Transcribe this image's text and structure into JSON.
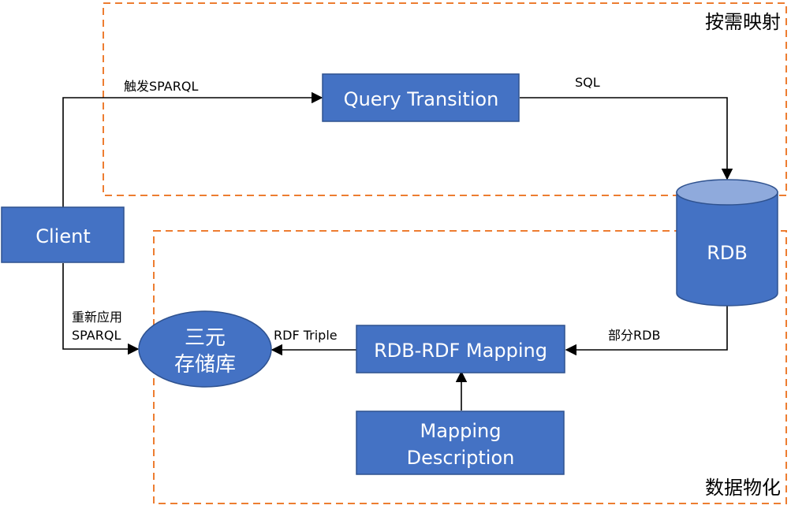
{
  "colors": {
    "node_fill": "#4472C4",
    "node_stroke": "#2F528F",
    "cylinder_top": "#8FAADC",
    "region_border": "#ED7D31",
    "edge": "#000000"
  },
  "regions": {
    "on_demand": {
      "label": "按需映射"
    },
    "materialization": {
      "label": "数据物化"
    }
  },
  "nodes": {
    "client": {
      "label": "Client"
    },
    "query_transition": {
      "label": "Query Transition"
    },
    "rdb": {
      "label": "RDB"
    },
    "triple_store": {
      "line1": "三元",
      "line2": "存储库"
    },
    "rdb_rdf_mapping": {
      "label": "RDB-RDF Mapping"
    },
    "mapping_description": {
      "line1": "Mapping",
      "line2": "Description"
    }
  },
  "edges": {
    "trigger_sparql": {
      "label": "触发SPARQL"
    },
    "sql": {
      "label": "SQL"
    },
    "partial_rdb": {
      "label": "部分RDB"
    },
    "rdf_triple": {
      "label": "RDF Triple"
    },
    "reapply_sparql": {
      "line1": "重新应用",
      "line2": "SPARQL"
    }
  }
}
